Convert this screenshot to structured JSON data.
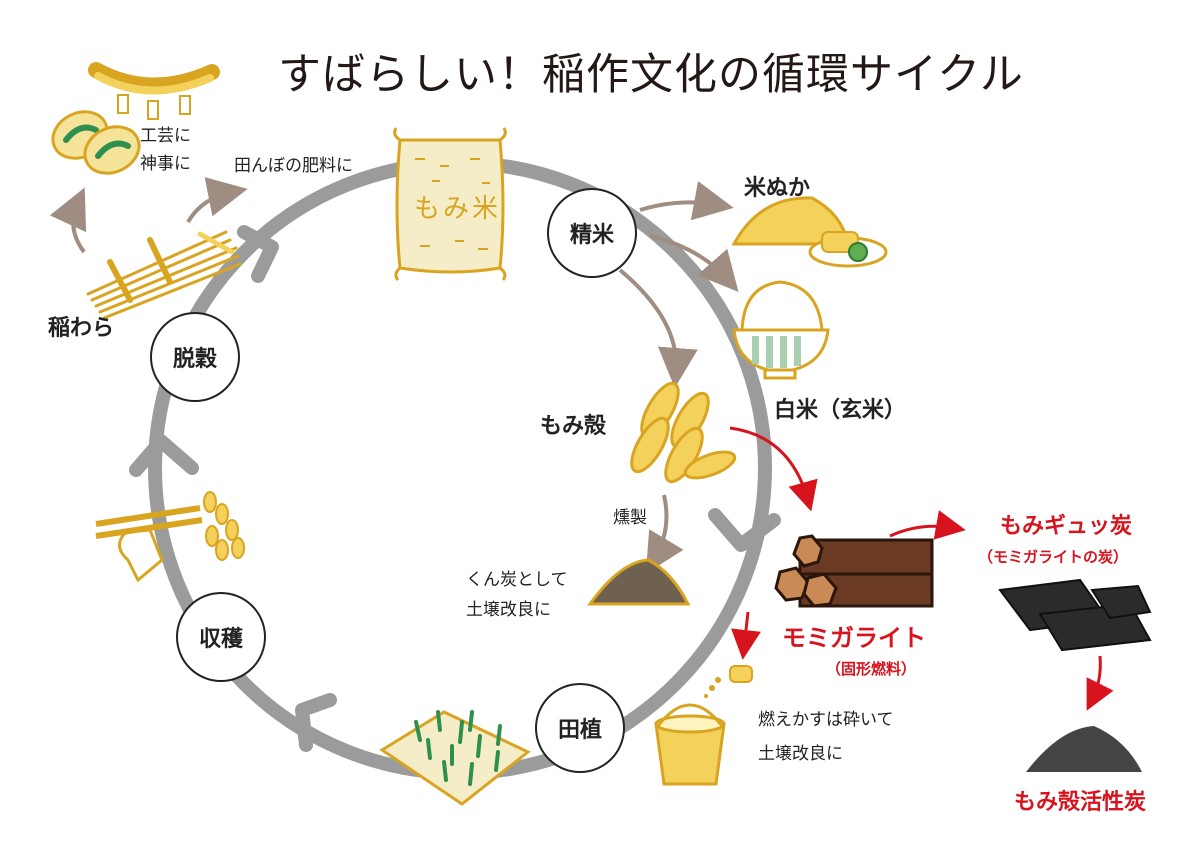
{
  "title": "すばらしい！稲作文化の循環サイクル",
  "cycle_stages": {
    "seimai": "精米",
    "dakkoku": "脱穀",
    "shukaku": "収穫",
    "taue": "田植"
  },
  "rice_bag_label": "もみ米",
  "items": {
    "nuka": "米ぬか",
    "hakumai": "白米（玄米）",
    "momigara": "もみ殻",
    "inawara": "稲わら",
    "kogei": "工芸に",
    "shinji": "神事に",
    "hiryo": "田んぼの肥料に",
    "kunsei": "燻製",
    "kunzumi_1": "くん炭として",
    "kunzumi_2": "土壌改良に",
    "moegasu_1": "燃えかすは砕いて",
    "moegasu_2": "土壌改良に"
  },
  "products": {
    "momigarite": "モミガライト",
    "momigarite_sub": "（固形燃料）",
    "momigyuttan": "もみギュッ炭",
    "momigyuttan_sub": "（モミガライトの炭）",
    "kasseitan": "もみ殻活性炭"
  },
  "colors": {
    "cycle_gray": "#9b9b9b",
    "arrow_brown": "#a08d82",
    "accent_red": "#d7141e",
    "straw_gold": "#d9a521",
    "straw_fill": "#f4d15a",
    "charcoal": "#2b2b2b",
    "log_brown": "#6b3a22"
  }
}
